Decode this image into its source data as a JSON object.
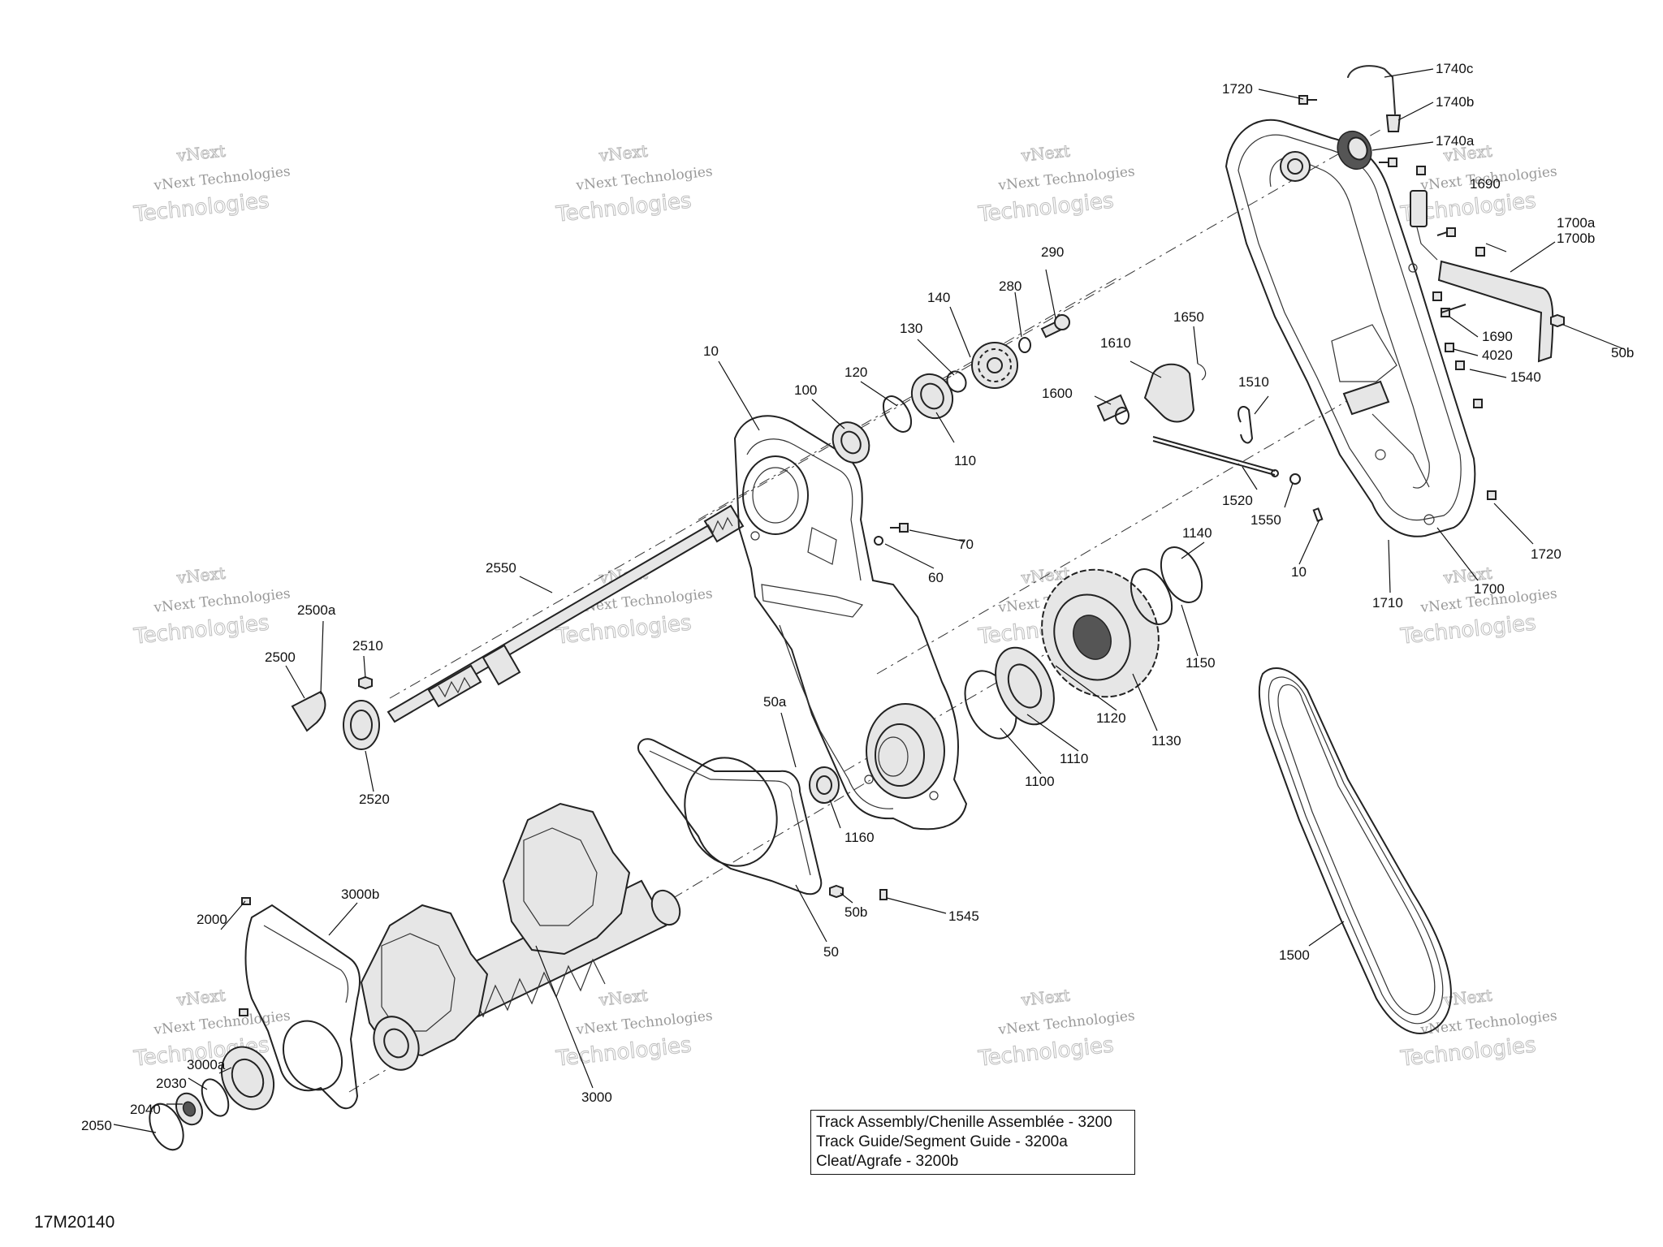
{
  "diagram_id": "17M20140",
  "reference_box": [
    "Track Assembly/Chenille Assemblée - 3200",
    "Track Guide/Segment Guide - 3200a",
    "Cleat/Agrafe - 3200b"
  ],
  "watermark": {
    "line1": "vNext Technologies",
    "line2": "Technologies",
    "line0": "vNext"
  },
  "callouts": [
    "1740c",
    "1720",
    "1740b",
    "1740a",
    "1690",
    "1700a",
    "1700b",
    "290",
    "1650",
    "140",
    "280",
    "130",
    "1610",
    "10",
    "120",
    "100",
    "50b",
    "1690",
    "4020",
    "1510",
    "1540",
    "1600",
    "110",
    "1520",
    "1550",
    "70",
    "1140",
    "60",
    "10",
    "1720",
    "1700",
    "2550",
    "1710",
    "2500a",
    "2510",
    "2500",
    "1150",
    "50a",
    "1120",
    "1110",
    "1130",
    "2520",
    "1100",
    "1160",
    "1545",
    "50b",
    "3000b",
    "2000",
    "50",
    "1500",
    "3000a",
    "3000",
    "2030",
    "2040",
    "2050"
  ]
}
